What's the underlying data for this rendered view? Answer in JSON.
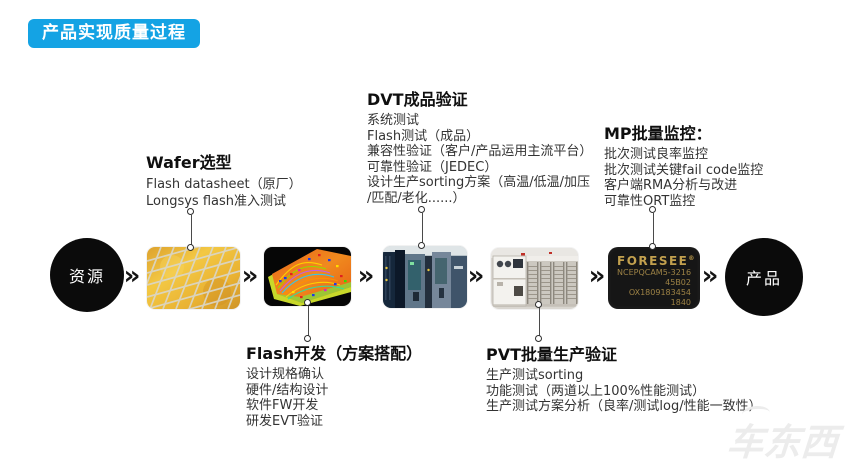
{
  "title_badge": {
    "label": "产品实现质量过程",
    "color": "#14a3e4"
  },
  "flow": {
    "start_label": "资源",
    "end_label": "产品",
    "arrow_glyph": "»",
    "stage_photos": [
      "wafer-photo",
      "pcb-layout-photo",
      "test-chamber-photo",
      "production-line-photo",
      "chip-photo"
    ]
  },
  "chip": {
    "brand": "FORESEE",
    "reg_mark": "®",
    "marking_lines": [
      "NCEPQCAM5-3216",
      "45B02",
      "OX1809183454",
      "1840"
    ]
  },
  "annotations": {
    "wafer": {
      "title": "Wafer选型",
      "lines": [
        "Flash datasheet（原厂）",
        "Longsys flash准入测试"
      ]
    },
    "dvt": {
      "title": "DVT成品验证",
      "lines": [
        "系统测试",
        "Flash测试（成品）",
        "兼容性验证（客户/产品运用主流平台）",
        "可靠性验证（JEDEC）",
        "设计生产sorting方案（高温/低温/加压",
        "/匹配/老化......）"
      ]
    },
    "mp": {
      "title": "MP批量监控：",
      "lines": [
        "批次测试良率监控",
        "批次测试关键fail code监控",
        "客户端RMA分析与改进",
        "可靠性ORT监控"
      ]
    },
    "flash_dev": {
      "title": "Flash开发（方案搭配）",
      "lines": [
        "设计规格确认",
        "硬件/结构设计",
        "软件FW开发",
        "研发EVT验证"
      ]
    },
    "pvt": {
      "title": "PVT批量生产验证",
      "lines": [
        "生产测试sorting",
        "功能测试（两道以上100%性能测试）",
        "生产测试方案分析（良率/测试log/性能一致性）"
      ]
    }
  },
  "watermark": {
    "label": "车东西"
  }
}
